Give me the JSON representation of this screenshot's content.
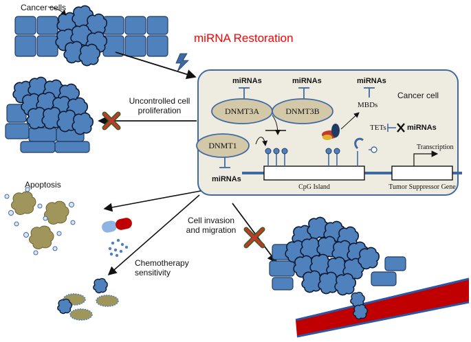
{
  "labels": {
    "cancer_cells": "Cancer cells",
    "mirna_restoration": "miRNA Restoration",
    "uncontrolled_line1": "Uncontrolled cell",
    "uncontrolled_line2": "proliferation",
    "apoptosis": "Apoptosis",
    "invasion_line1": "Cell invasion",
    "invasion_line2": "and migration",
    "chemo_line1": "Chemotherapy",
    "chemo_line2": "sensitivity"
  },
  "cell_box": {
    "title": "Cancer cell",
    "mirnas_1": "miRNAs",
    "mirnas_2": "miRNAs",
    "mirnas_3": "miRNAs",
    "mirnas_4": "miRNAs",
    "mirnas_5": "miRNAs",
    "dnmt3a": "DNMT3A",
    "dnmt3b": "DNMT3B",
    "dnmt1": "DNMT1",
    "mbds": "MBDs",
    "tets": "TETs",
    "transcription": "Transcription",
    "cpg_island": "CpG Island",
    "tumor_suppressor_gene": "Tumor Suppressor Gene"
  },
  "colors": {
    "cell_blue": "#4f81bd",
    "cell_outline": "#1f3b63",
    "panel_fill": "#eeece1",
    "panel_border": "#3f6aa1",
    "enzyme_fill": "#d3c8a8",
    "red_text": "#ff0000",
    "blood_red": "#c00000",
    "blood_border": "#2c55a4",
    "apoptotic_olive": "#a0955a",
    "cross_red": "#c0392b",
    "cross_green": "#3b5e1f"
  }
}
